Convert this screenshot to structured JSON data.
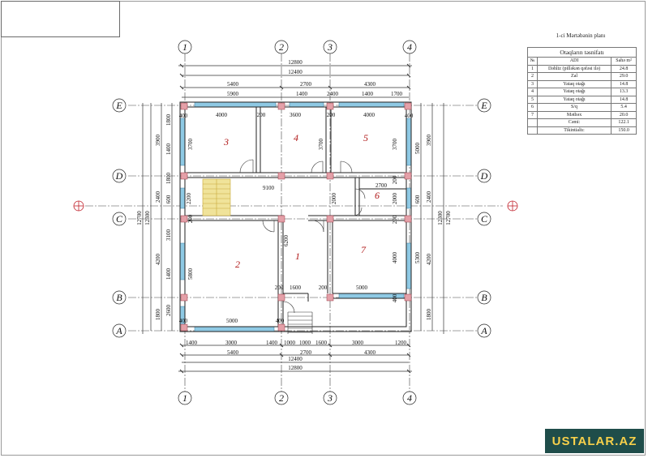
{
  "plan": {
    "title": "1-ci Mərtəbənin planı",
    "axes_vertical": [
      "1",
      "2",
      "3",
      "4"
    ],
    "axes_horizontal": [
      "E",
      "D",
      "C",
      "B",
      "A"
    ],
    "dims_top": {
      "overall_outer": "12800",
      "overall_inner": "12400",
      "bays": [
        "5400",
        "2700",
        "4300"
      ],
      "row3": [
        "5900",
        "1400",
        "2400",
        "1400",
        "1700"
      ]
    },
    "dims_bottom": {
      "row1": [
        "1400",
        "3000",
        "1400",
        "1000",
        "1000",
        "1600",
        "3000",
        "1200"
      ],
      "bays": [
        "5400",
        "2700",
        "4300"
      ],
      "overall_inner": "12400",
      "overall_outer": "12800"
    },
    "dims_left": {
      "bays": [
        "3900",
        "2400",
        "4200",
        "1800"
      ],
      "openings": [
        "1800",
        "1400",
        "1800",
        "600",
        "2200",
        "3100",
        "1400",
        "2600"
      ],
      "total_inner": "12300",
      "total_outer": "12700"
    },
    "dims_right": {
      "bays": [
        "3900",
        "2400",
        "4200",
        "1800"
      ],
      "openings": [
        "5000",
        "600",
        "5300"
      ],
      "total_inner": "12300",
      "total_outer": "12700"
    },
    "room_numbers": [
      "1",
      "2",
      "3",
      "4",
      "5",
      "6",
      "7"
    ],
    "interior_dims": {
      "wall400": "400",
      "wall200": "200",
      "r3_width": "4000",
      "r3_height": "3700",
      "r4_width": "3600",
      "r4_height": "3700",
      "r5_width": "4000",
      "r5_height": "3700",
      "hall_width": "9100",
      "hall_height": "6200",
      "r6_width": "2700",
      "r6_height": "2000",
      "stair_gap": "2000",
      "r2_height": "5800",
      "r2_width": "5000",
      "r7_height": "4000",
      "r7_width": "5000",
      "entry_width": "1600"
    }
  },
  "room_table": {
    "caption": "Otaqların təsnifatı",
    "headers": [
      "№",
      "ADI",
      "Sahə m²"
    ],
    "rows": [
      [
        "1",
        "Dəhliz (pilləkən qəfəsi ilə)",
        "24.8"
      ],
      [
        "2",
        "Zal",
        "29.0"
      ],
      [
        "3",
        "Yataq otağı",
        "14.8"
      ],
      [
        "4",
        "Yataq otağı",
        "13.3"
      ],
      [
        "5",
        "Yataq otağı",
        "14.8"
      ],
      [
        "6",
        "S/q",
        "5.4"
      ],
      [
        "7",
        "Mətbəx",
        "20.0"
      ]
    ],
    "total_label": "Cəmi:",
    "total_value": "122.1",
    "built_label": "Tikintialtı:",
    "built_value": "150.0"
  },
  "watermark": "USTALAR.AZ",
  "colors": {
    "line": "#333333",
    "wall_fill": "#ffffff",
    "column": "#e4a0a8",
    "window": "#8ec9e4",
    "stair": "#f0e39a",
    "room_number": "#b01818",
    "section_mark": "#c0202a"
  }
}
